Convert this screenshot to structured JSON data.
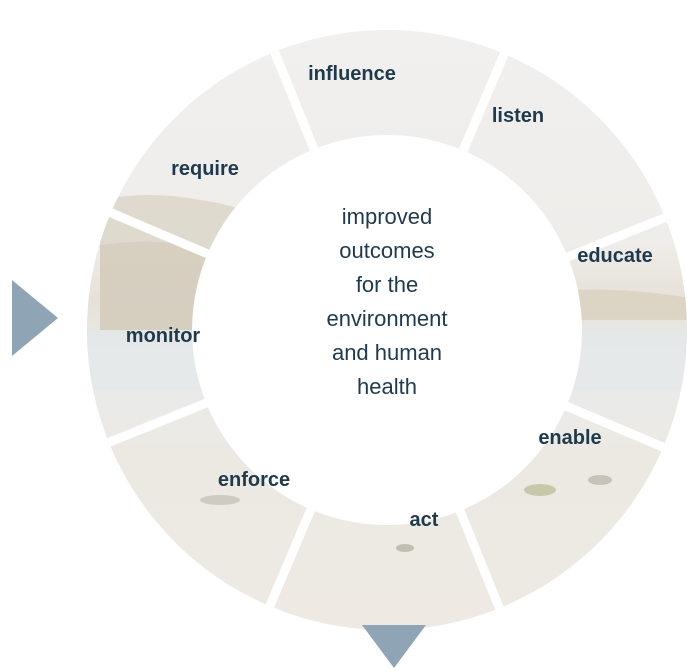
{
  "center": {
    "lines": [
      "improved",
      "outcomes",
      "for the",
      "environment",
      "and human",
      "health"
    ]
  },
  "segments": [
    {
      "name": "influence"
    },
    {
      "name": "listen"
    },
    {
      "name": "educate"
    },
    {
      "name": "enable"
    },
    {
      "name": "act"
    },
    {
      "name": "enforce"
    },
    {
      "name": "monitor"
    },
    {
      "name": "require"
    }
  ],
  "colors": {
    "text": "#1f3a4d",
    "arrow": "#8fa5b5",
    "segment_fill": "#eeeeec",
    "gap": "#ffffff"
  },
  "icons": {
    "left_arrow": "right-pointing-triangle",
    "bottom_arrow": "down-pointing-triangle"
  }
}
